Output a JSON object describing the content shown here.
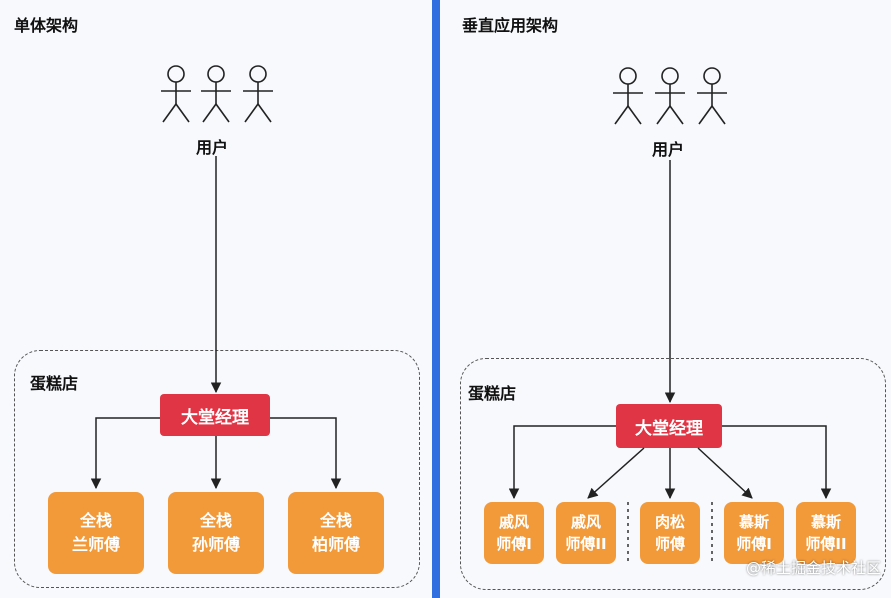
{
  "left": {
    "title": "单体架构",
    "users_label": "用户",
    "store_label": "蛋糕店",
    "manager": "大堂经理",
    "workers": [
      {
        "line1": "全栈",
        "line2": "兰师傅"
      },
      {
        "line1": "全栈",
        "line2": "孙师傅"
      },
      {
        "line1": "全栈",
        "line2": "柏师傅"
      }
    ]
  },
  "right": {
    "title": "垂直应用架构",
    "users_label": "用户",
    "store_label": "蛋糕店",
    "manager": "大堂经理",
    "workers": [
      {
        "line1": "戚风",
        "line2": "师傅I"
      },
      {
        "line1": "戚风",
        "line2": "师傅II"
      },
      {
        "line1": "肉松",
        "line2": "师傅"
      },
      {
        "line1": "慕斯",
        "line2": "师傅I"
      },
      {
        "line1": "慕斯",
        "line2": "师傅II"
      }
    ]
  },
  "watermark": "@稀土掘金技术社区",
  "colors": {
    "divider": "#2f6fe0",
    "manager": "#e03544",
    "worker": "#f29a3a"
  }
}
